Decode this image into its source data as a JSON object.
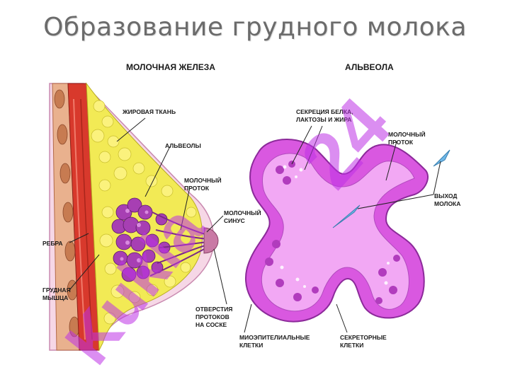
{
  "title": "Образование грудного молока",
  "headings": {
    "gland": "МОЛОЧНАЯ ЖЕЛЕЗА",
    "alveolus": "АЛЬВЕОЛА"
  },
  "labels": {
    "fat_tissue": "ЖИРОВАЯ ТКАНЬ",
    "alveoli": "АЛЬВЕОЛЫ",
    "milk_duct_left": "МОЛОЧНЫЙ\nПРОТОК",
    "milk_sinus": "МОЛОЧНЫЙ\nСИНУС",
    "ribs": "РЕБРА",
    "chest_muscle": "ГРУДНАЯ\nМЫШЦА",
    "duct_openings": "ОТВЕРСТИЯ\nПРОТОКОВ\nНА СОСКЕ",
    "secretion": "СЕКРЕЦИЯ БЕЛКА,\nЛАКТОЗЫ И ЖИРА",
    "milk_duct_right": "МОЛОЧНЫЙ\nПРОТОК",
    "milk_outlet": "ВЫХОД\nМОЛОКА",
    "myoepithelial": "МИОЭПИТЕЛИАЛЬНЫЕ\nКЛЕТКИ",
    "secretory": "СЕКРЕТОРНЫЕ\nКЛЕТКИ"
  },
  "watermark": {
    "text_a": "Kukla",
    "text_b": "24",
    "color": "#be32e6"
  },
  "colors": {
    "fat": "#f2ea55",
    "muscle": "#d8392c",
    "alveolus": "#d958e0",
    "lumen": "#f2a8f4"
  }
}
